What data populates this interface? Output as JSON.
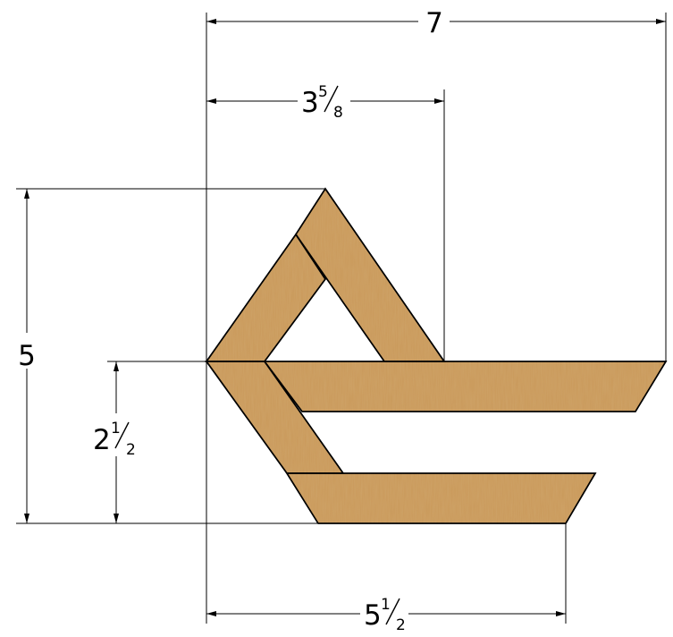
{
  "dimensions": {
    "total_width": {
      "whole": "7",
      "num": "",
      "den": ""
    },
    "apex_offset": {
      "whole": "3",
      "num": "5",
      "den": "8"
    },
    "total_height": {
      "whole": "5",
      "num": "",
      "den": ""
    },
    "lower_height": {
      "whole": "2",
      "num": "1",
      "den": "2"
    },
    "base_width": {
      "whole": "5",
      "num": "1",
      "den": "2"
    }
  },
  "colors": {
    "wood": "#c9995a",
    "wood_dark": "#b8874a",
    "line": "#000000"
  }
}
